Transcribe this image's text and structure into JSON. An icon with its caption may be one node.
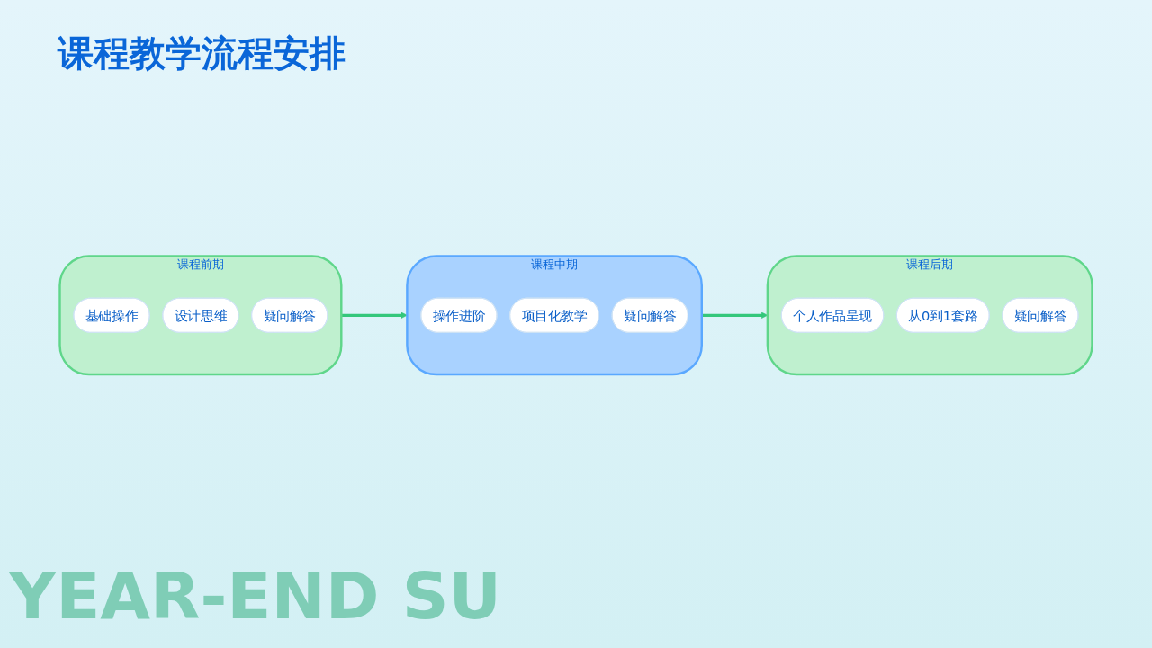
{
  "diagram": {
    "title": "课程教学流程安排",
    "nodes": [
      {
        "text": [
          "课程前期"
        ]
      },
      {
        "text": [
          "基础操作"
        ],
        "in": 0
      },
      {
        "text": [
          "设计思维"
        ],
        "in": 0
      },
      {
        "text": [
          "疑问解答"
        ],
        "in": 0
      },
      {
        "text": [
          "课程中期"
        ]
      },
      {
        "text": [
          "操作进阶"
        ],
        "in": 4
      },
      {
        "text": [
          "项目化教学"
        ],
        "in": 4
      },
      {
        "text": [
          "疑问解答"
        ],
        "in": 4
      },
      {
        "text": [
          "课程后期"
        ]
      },
      {
        "text": [
          "个人作品呈现"
        ],
        "in": 8
      },
      {
        "text": [
          "从0到1套路"
        ],
        "in": 8
      },
      {
        "text": [
          "疑问解答"
        ],
        "in": 8
      }
    ],
    "edges": [
      {
        "from": 0,
        "to": 4,
        "arrow": "to"
      },
      {
        "from": 4,
        "to": 8,
        "arrow": "to"
      }
    ],
    "labels": [
      "YEAR-END SU"
    ]
  }
}
